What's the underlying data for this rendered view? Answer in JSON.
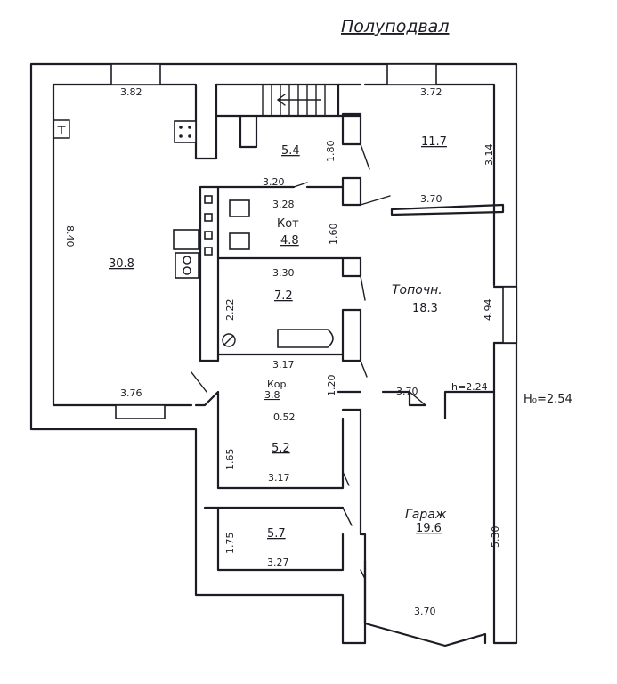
{
  "title": "Полуподвал",
  "rooms": {
    "main_area": "30.8",
    "hall_area": "5.4",
    "top_right_area": "11.7",
    "boiler_name": "Кот",
    "boiler_area": "4.8",
    "bath_area": "7.2",
    "furnace_name": "Топочн.",
    "furnace_area": "18.3",
    "corridor_name": "Кор.",
    "corridor_area": "3.8",
    "store1_area": "5.2",
    "store2_area": "5.7",
    "garage_name": "Гараж",
    "garage_area": "19.6"
  },
  "dims": {
    "main_top": "3.82",
    "main_left": "8.40",
    "main_bottom": "3.76",
    "main_right": "2.22",
    "hall_bottom": "3.20",
    "hall_right": "1.80",
    "top_right_top": "3.72",
    "top_right_right": "3.14",
    "top_right_bottom": "3.70",
    "boiler_top": "3.28",
    "boiler_right": "1.60",
    "boiler_bottom": "3.30",
    "bath_bottom": "3.17",
    "corridor_right": "1.20",
    "corridor_bottom": "0.52",
    "furnace_right": "4.94",
    "furnace_bottom": "3.70",
    "ceiling_height": "h=2.24",
    "ground_height": "H₀=2.54",
    "store1_left": "1.65",
    "store1_bottom": "3.17",
    "store2_left": "1.75",
    "store2_bottom": "3.27",
    "garage_right": "5.30",
    "garage_bottom": "3.70"
  }
}
